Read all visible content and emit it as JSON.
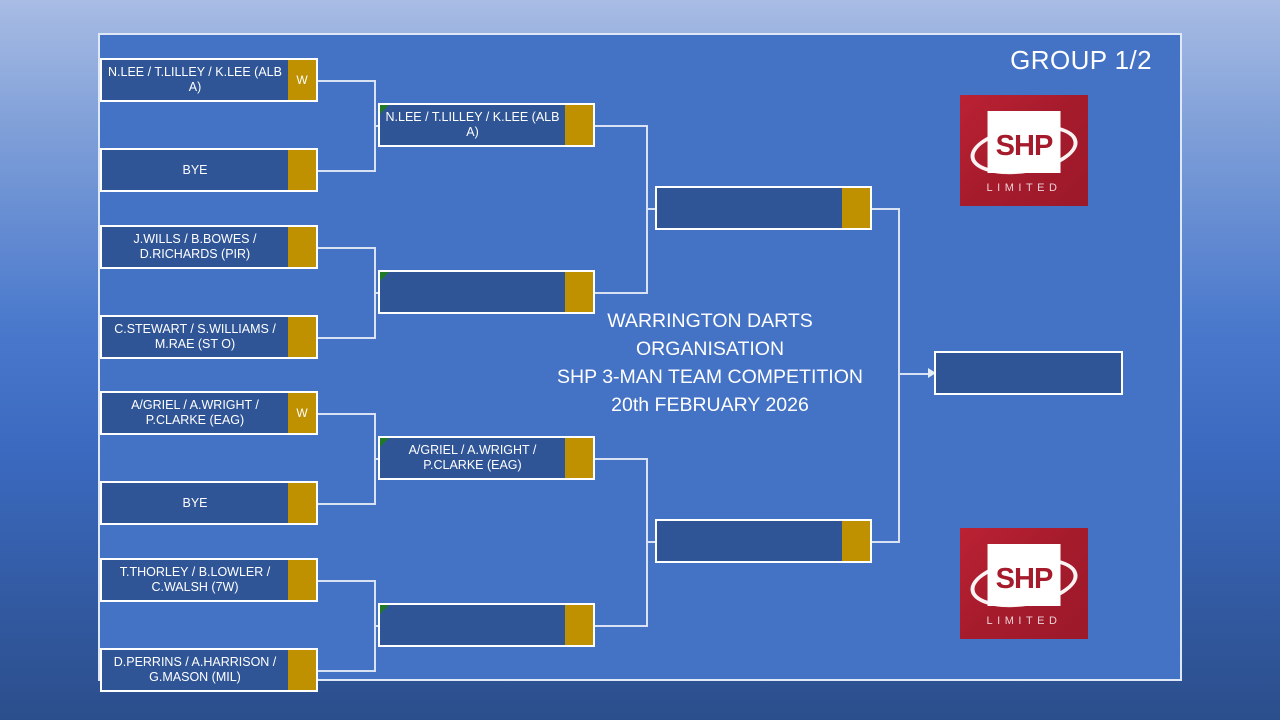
{
  "panel": {
    "group_title": "GROUP 1/2",
    "center_heading": "WARRINGTON DARTS ORGANISATION\nSHP 3-MAN TEAM COMPETITION\n20th FEBRUARY 2026"
  },
  "logos": {
    "top": {
      "name": "shp-logo",
      "main": "SHP",
      "sub": "LIMITED"
    },
    "bottom": {
      "name": "shp-logo",
      "main": "SHP",
      "sub": "LIMITED"
    }
  },
  "colors": {
    "panel_bg": "#4472c4",
    "slot_bg": "#2f5597",
    "score_bg": "#bf9000",
    "border": "#ffffff",
    "connector": "#d9e2f3",
    "logo_red": "#a51b2c",
    "flag_green": "#1f7a28"
  },
  "bracket": {
    "round1": [
      {
        "team": "N.LEE / T.LILLEY / K.LEE (ALB A)",
        "score": "W"
      },
      {
        "team": "BYE",
        "score": ""
      },
      {
        "team": "J.WILLS / B.BOWES / D.RICHARDS (PIR)",
        "score": ""
      },
      {
        "team": "C.STEWART / S.WILLIAMS / M.RAE (ST O)",
        "score": ""
      },
      {
        "team": "A/GRIEL / A.WRIGHT / P.CLARKE (EAG)",
        "score": "W"
      },
      {
        "team": "BYE",
        "score": ""
      },
      {
        "team": "T.THORLEY / B.LOWLER / C.WALSH (7W)",
        "score": ""
      },
      {
        "team": "D.PERRINS / A.HARRISON / G.MASON (MIL)",
        "score": ""
      }
    ],
    "round2": [
      {
        "team": "N.LEE / T.LILLEY / K.LEE (ALB A)",
        "score": ""
      },
      {
        "team": "",
        "score": ""
      },
      {
        "team": "A/GRIEL / A.WRIGHT / P.CLARKE (EAG)",
        "score": ""
      },
      {
        "team": "",
        "score": ""
      }
    ],
    "round3": [
      {
        "team": "",
        "score": ""
      },
      {
        "team": "",
        "score": ""
      }
    ],
    "final": [
      {
        "team": "",
        "score": ""
      }
    ]
  }
}
